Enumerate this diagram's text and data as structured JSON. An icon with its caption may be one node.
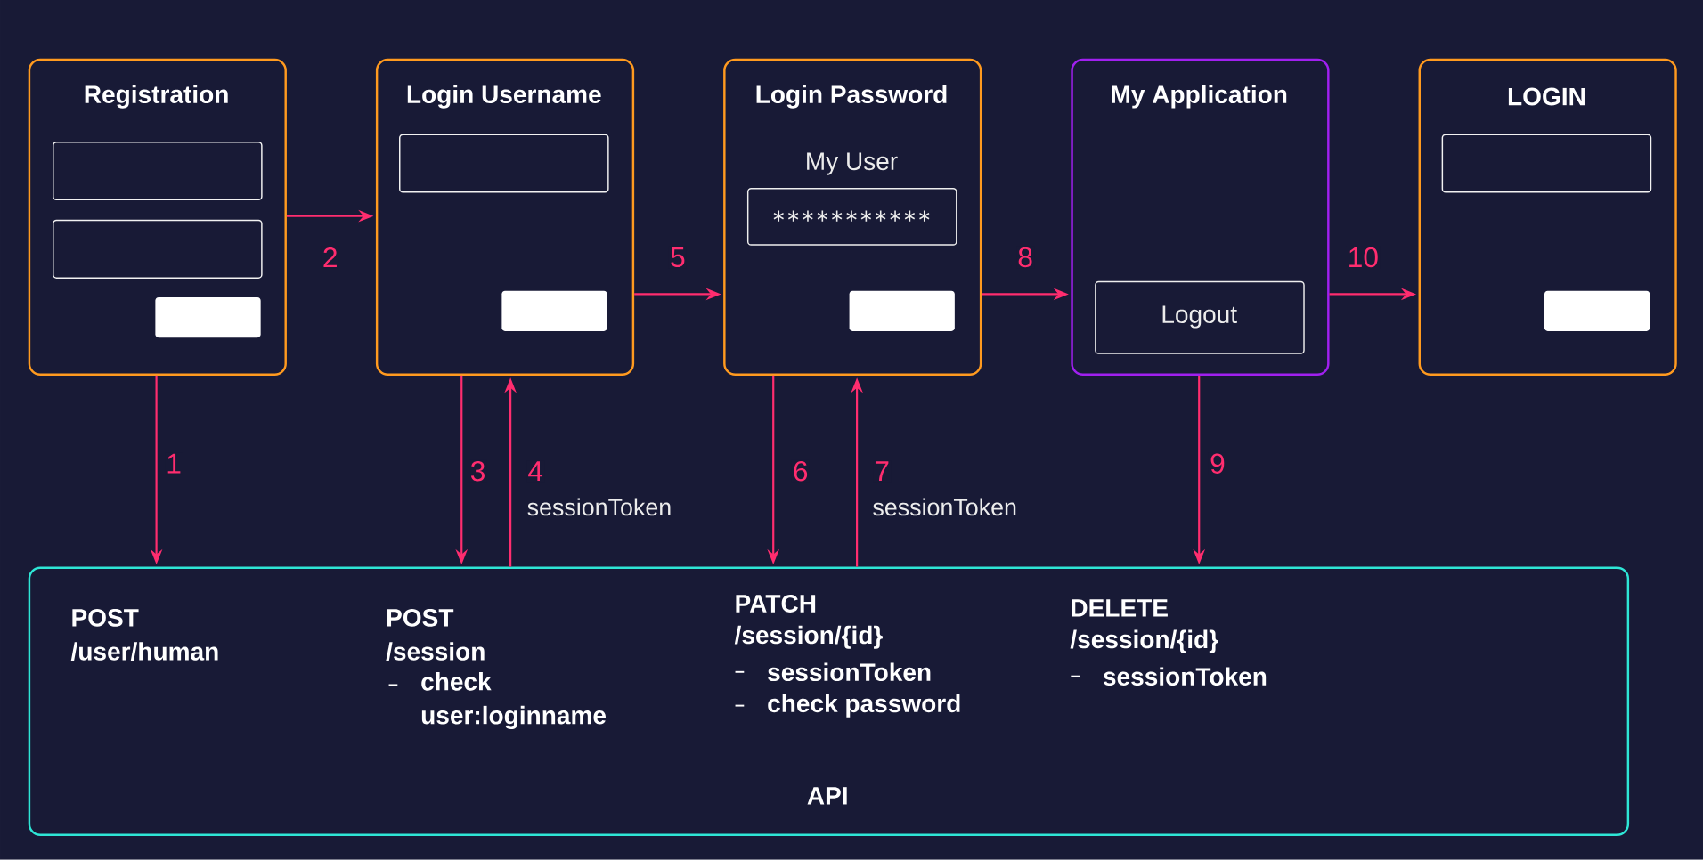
{
  "diagram": {
    "nodes": [
      {
        "text": [
          "Registration"
        ]
      },
      {
        "text": [
          "Login Username"
        ]
      },
      {
        "text": [
          "Login Password",
          "My User"
        ]
      },
      {
        "text": [
          "My Application"
        ]
      },
      {
        "text": [
          "LOGIN"
        ]
      },
      {
        "text": [
          "POST",
          "/user/human",
          "POST",
          "/session",
          "check user:loginname",
          "PATCH",
          "/session/{id}",
          "sessionToken",
          "check password",
          "DELETE",
          "/session/{id}",
          "sessionToken",
          "API"
        ]
      },
      {
        "text": [
          "∗∗∗∗∗∗∗∗∗∗∗"
        ],
        "in": 2
      },
      {
        "text": [
          "Logout"
        ],
        "in": 3
      }
    ],
    "edges": [
      {
        "from": 0,
        "to": 5,
        "arrow": "to",
        "label": "1"
      },
      {
        "from": 0,
        "to": 1,
        "arrow": "to",
        "label": "2"
      },
      {
        "from": 1,
        "to": 5,
        "arrow": "to",
        "label": "3"
      },
      {
        "from": 5,
        "to": 1,
        "arrow": "to",
        "label": "4"
      },
      {
        "from": 1,
        "to": 2,
        "arrow": "to",
        "label": "5"
      },
      {
        "from": 2,
        "to": 5,
        "arrow": "to",
        "label": "6"
      },
      {
        "from": 5,
        "to": 2,
        "arrow": "to",
        "label": "7"
      },
      {
        "from": 2,
        "to": 3,
        "arrow": "to",
        "label": "8"
      },
      {
        "from": 3,
        "to": 5,
        "arrow": "to",
        "label": "9"
      },
      {
        "from": 3,
        "to": 4,
        "arrow": "to",
        "label": "10"
      }
    ],
    "labels": [
      "sessionToken",
      "sessionToken"
    ]
  }
}
